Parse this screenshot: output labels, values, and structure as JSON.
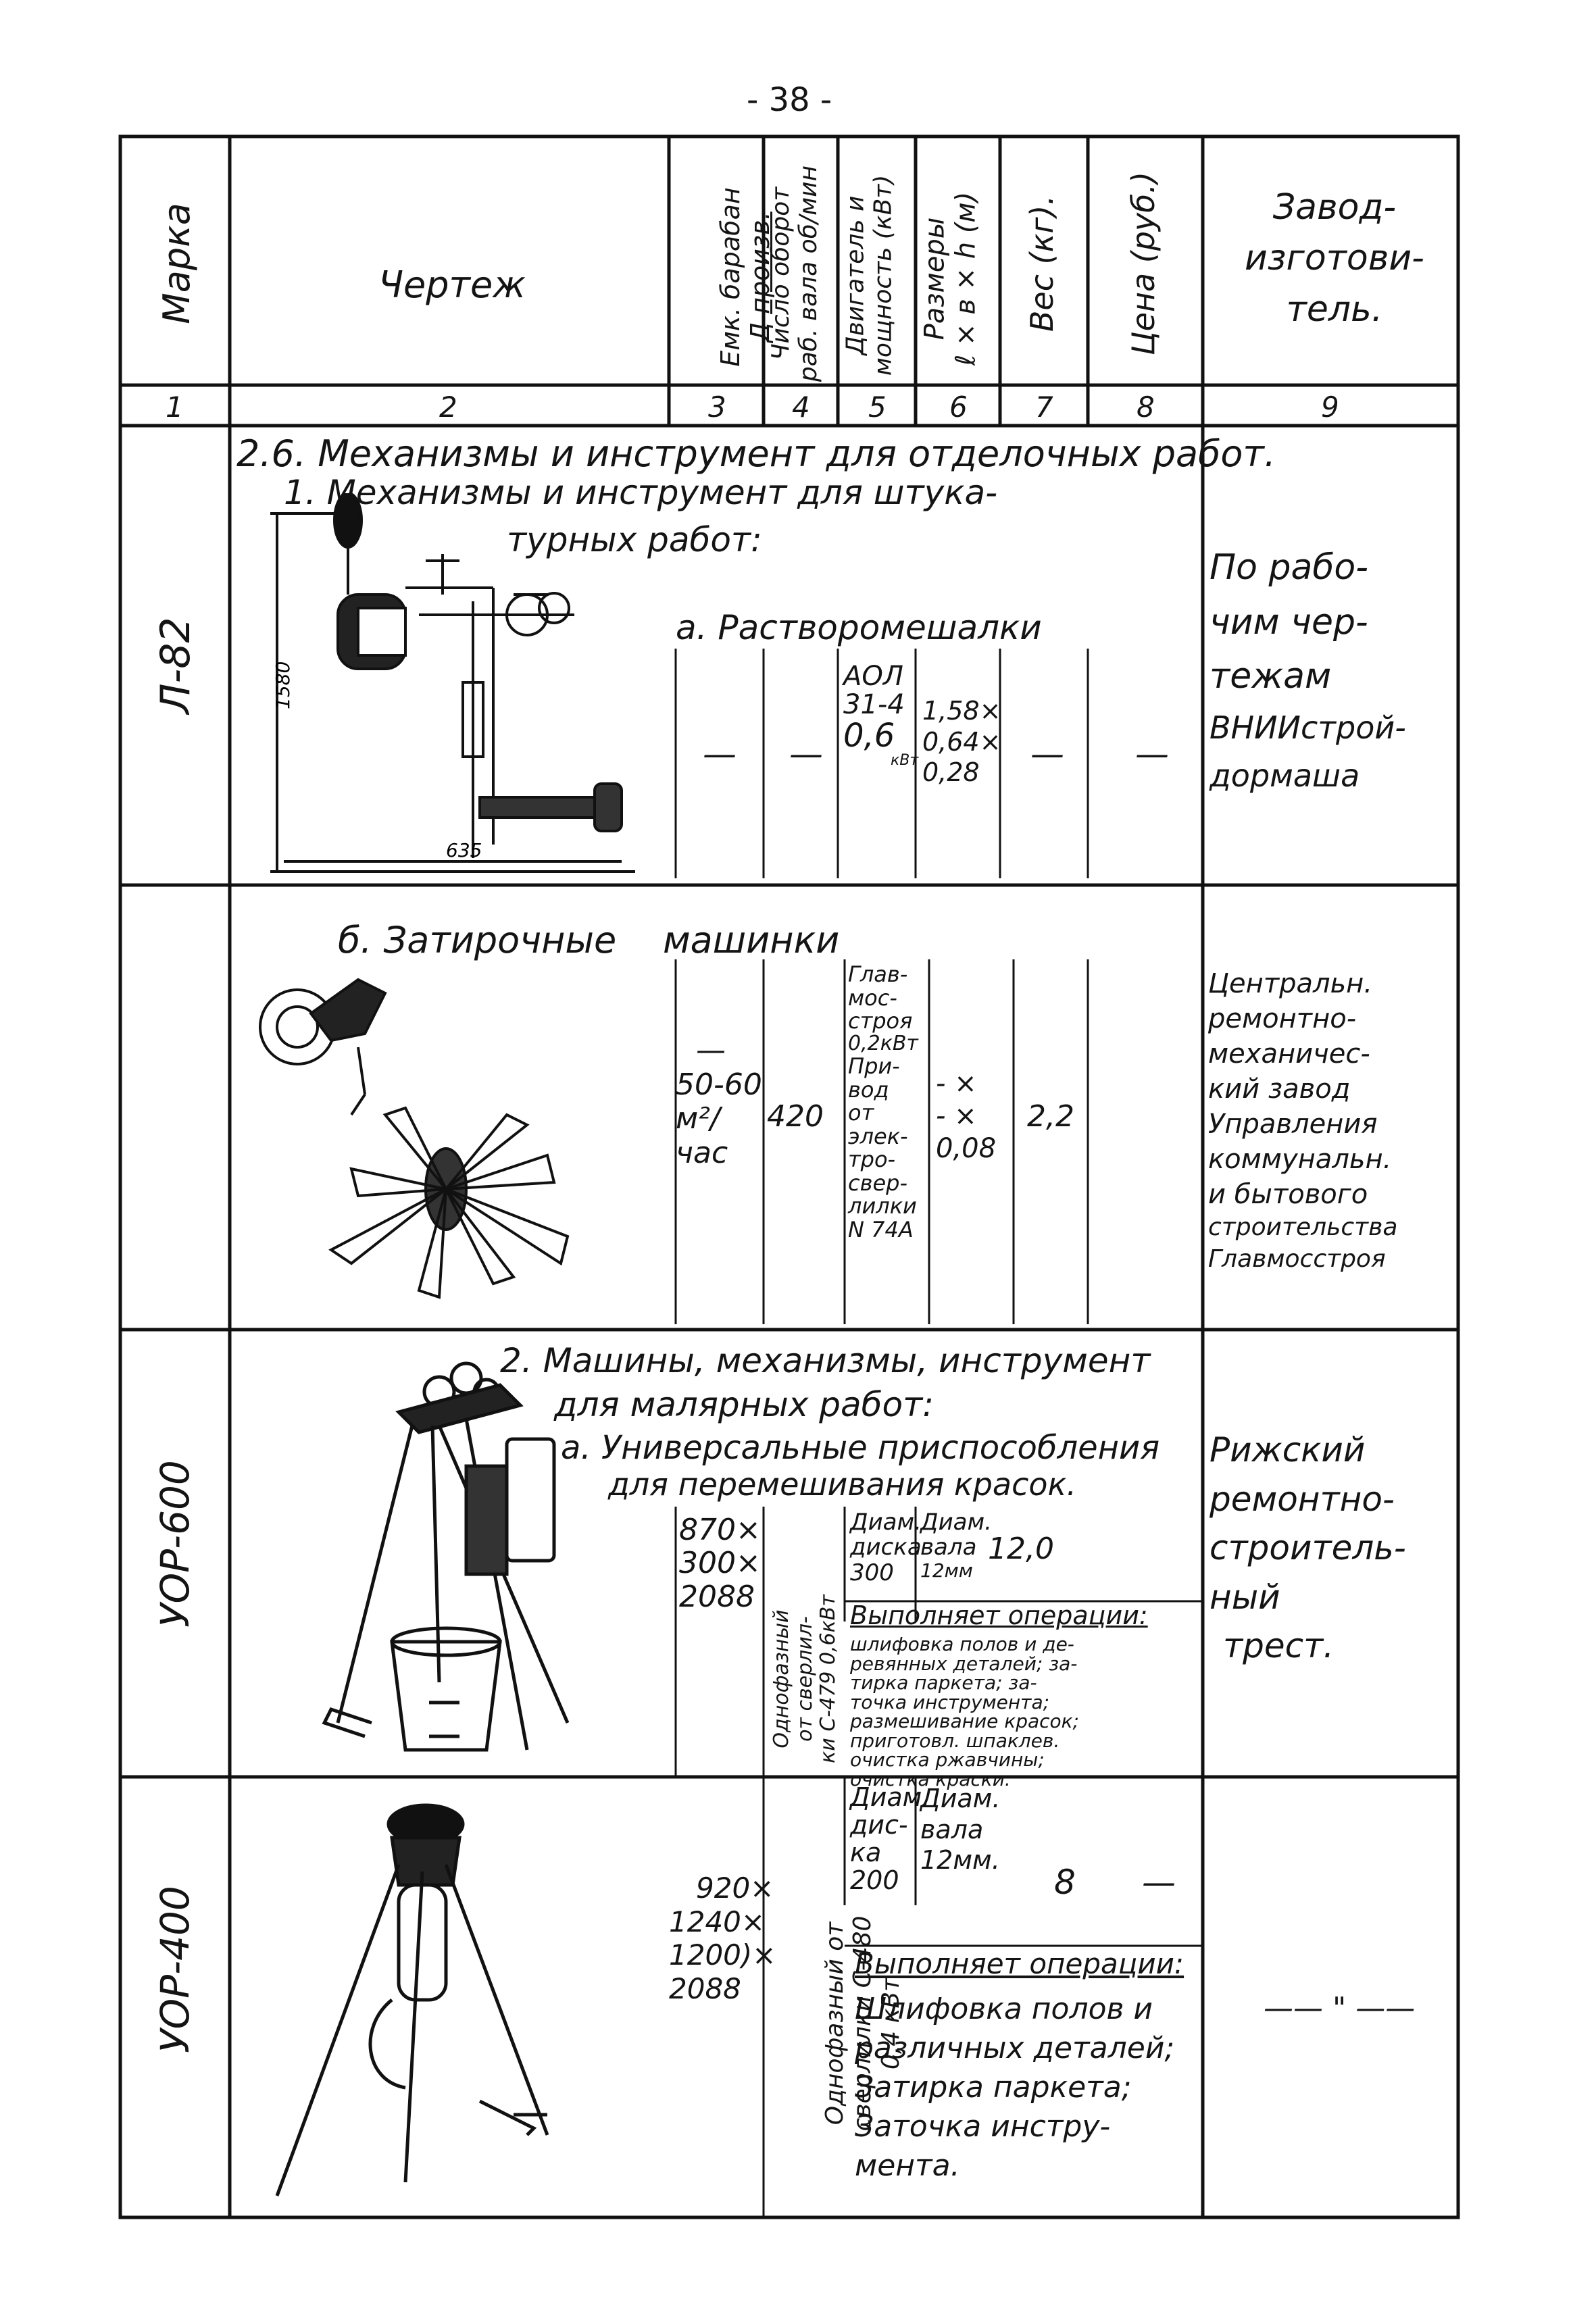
{
  "page_number": "- 38 -",
  "headers": {
    "col1": "Марка",
    "col2": "Чертеж",
    "col3": [
      "Емк. барабан",
      "Д",
      "произв."
    ],
    "col4": [
      "Число оборот",
      "раб. вала об/мин"
    ],
    "col5": [
      "Двигатель и",
      "мощность (кВт)"
    ],
    "col6": [
      "Размеры",
      "ℓ × в × h (м)"
    ],
    "col7": "Вес (кг).",
    "col8": "Цена (руб.)",
    "col9": [
      "Завод-",
      "изготови-",
      "тель."
    ]
  },
  "column_numbers": [
    "1",
    "2",
    "3",
    "4",
    "5",
    "6",
    "7",
    "8",
    "9"
  ],
  "section_title": "2.6. Механизмы и инструмент для отделочных работ.",
  "subsection_1": [
    "1. Механизмы и инструмент для штука-",
    "турных работ:"
  ],
  "rows": [
    {
      "mark": "Л-82",
      "group_label": "а. Растворомешалки",
      "col3": "—",
      "col4": "—",
      "col5": [
        "АОЛ",
        "31-4",
        "0,6",
        "кВт"
      ],
      "col6": [
        "1,58×",
        "0,64×",
        "0,28"
      ],
      "col7": "—",
      "col8": "—",
      "factory": [
        "По рабо-",
        "чим чер-",
        "тежам",
        "ВНИИстрой-",
        "дормаша"
      ],
      "dim_height": "1580",
      "dim_width": "635"
    },
    {
      "mark": "",
      "group_label": "б. Затирочные    машинки",
      "col3": [
        "—",
        "50-60",
        "м²/",
        "час"
      ],
      "col4": "420",
      "col5": [
        "Глав-",
        "мос-",
        "строя",
        "0,2кВт",
        "При-",
        "вод",
        "от",
        "элек-",
        "тро-",
        "свер-",
        "лилки",
        "N 74А"
      ],
      "col6": [
        "- ×",
        "- ×",
        "0,08"
      ],
      "col7": "2,2",
      "col8": "",
      "factory": [
        "Центральн.",
        "ремонтно-",
        "механичес-",
        "кий завод",
        "Управления",
        "коммунальн.",
        "и бытового",
        "строительства",
        "Главмосстроя"
      ]
    },
    {
      "mark": "УОР-600",
      "subsection_2": [
        "2. Машины, механизмы, инструмент",
        "для малярных работ:"
      ],
      "group_label": [
        "а. Универсальные приспособления",
        "для перемешивания красок."
      ],
      "col3": [
        "870×",
        "300×",
        "2088"
      ],
      "col4": [
        "Однофазный",
        "от сверлил-",
        "ки С-479 0,6кВт"
      ],
      "col5": [
        "Диам.",
        "диска",
        "300"
      ],
      "col6": [
        "Диам.",
        "вала",
        "12мм"
      ],
      "col7": "12,0",
      "operations_title": "Выполняет операции:",
      "operations": [
        "шлифовка полов и де-",
        "ревянных деталей; за-",
        "тирка паркета; за-",
        "точка инструмента;",
        "размешивание красок;",
        "приготовл. шпаклев.",
        "очистка ржавчины;",
        "очистка краски."
      ],
      "factory": [
        "Рижский",
        "ремонтно-",
        "строитель-",
        "ный",
        "трест."
      ]
    },
    {
      "mark": "УОР-400",
      "col3": [
        "920×",
        "1240×",
        "1200)×",
        "2088"
      ],
      "col4": [
        "Однофазный от",
        "сверлилки С-480",
        "0,4 кВт"
      ],
      "col5": [
        "Диам.",
        "дис-",
        "ка",
        "200"
      ],
      "col6": [
        "Диам.",
        "вала",
        "12мм."
      ],
      "col7": "8",
      "col8": "—",
      "operations_title": "Выполняет операции:",
      "operations": [
        "Шлифовка полов и",
        "различных деталей;",
        "Затирка паркета;",
        "Заточка инстру-",
        "мента."
      ],
      "factory": "—— \" ——"
    }
  ]
}
